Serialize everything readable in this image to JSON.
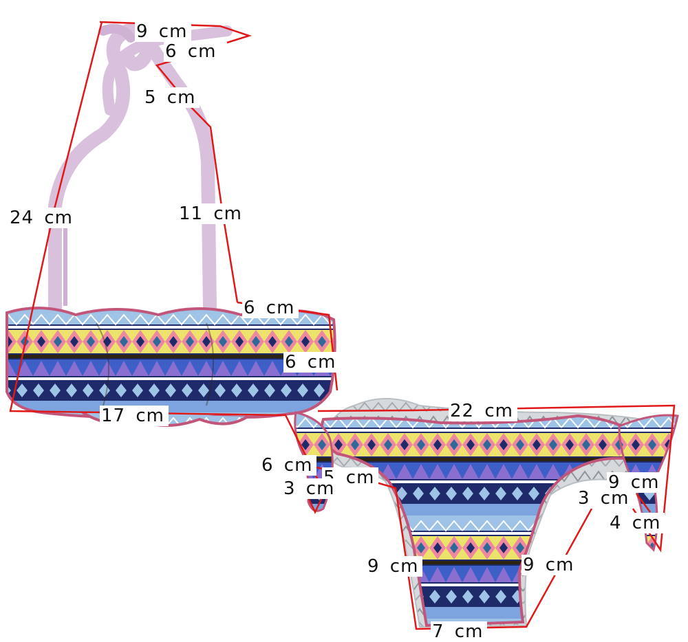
{
  "photo": {
    "subject": "bikini-set-photo",
    "colors": {
      "strap": "#d9c0dc",
      "trim": "#c2557a",
      "navy": "#1f2a6b",
      "yellow": "#ece36a",
      "pink": "#ee88a0",
      "lightblue": "#9fc3e6",
      "purple": "#8a6fd0",
      "gray": "#b9bec2",
      "line": "#e01818"
    }
  },
  "measurements": [
    {
      "id": "m-9cm-top",
      "text": "9 cm"
    },
    {
      "id": "m-6cm-top",
      "text": "6 cm"
    },
    {
      "id": "m-5cm-strap",
      "text": "5 cm"
    },
    {
      "id": "m-24cm",
      "text": "24 cm"
    },
    {
      "id": "m-11cm",
      "text": "11 cm"
    },
    {
      "id": "m-6cm-cup",
      "text": "6 cm"
    },
    {
      "id": "m-6cm-side",
      "text": "6 cm"
    },
    {
      "id": "m-17cm",
      "text": "17 cm"
    },
    {
      "id": "m-22cm",
      "text": "22 cm"
    },
    {
      "id": "m-6cm-tie",
      "text": "6 cm"
    },
    {
      "id": "m-5cm-tie",
      "text": "5 cm"
    },
    {
      "id": "m-3cm-tie",
      "text": "3 cm"
    },
    {
      "id": "m-9cm-righttie",
      "text": "9 cm"
    },
    {
      "id": "m-3cm-righttie",
      "text": "3 cm"
    },
    {
      "id": "m-4cm",
      "text": "4 cm"
    },
    {
      "id": "m-9cm-left",
      "text": "9 cm"
    },
    {
      "id": "m-9cm-right",
      "text": "9 cm"
    },
    {
      "id": "m-7cm",
      "text": "7 cm"
    }
  ]
}
